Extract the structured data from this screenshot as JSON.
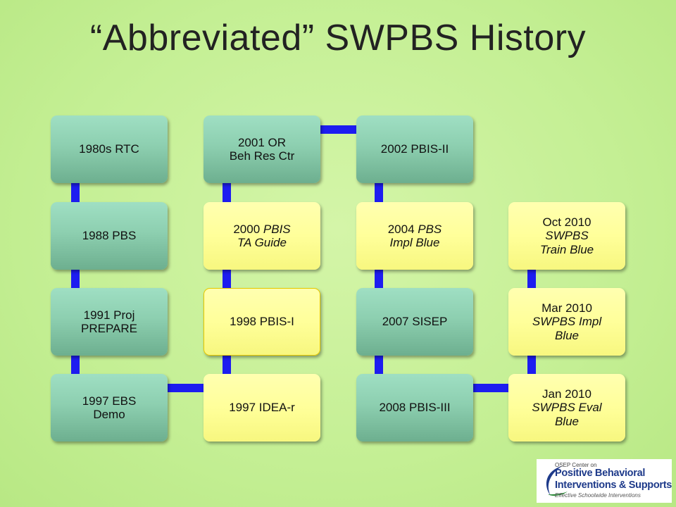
{
  "title": "“Abbreviated” SWPBS History",
  "columns": [
    {
      "boxes": [
        {
          "text": "1980s RTC",
          "italic": "",
          "style": "teal"
        },
        {
          "text": "1988 PBS",
          "italic": "",
          "style": "teal"
        },
        {
          "text": "1991 Proj\nPREPARE",
          "italic": "",
          "style": "teal"
        },
        {
          "text": "1997 EBS\nDemo",
          "italic": "",
          "style": "teal"
        }
      ]
    },
    {
      "boxes": [
        {
          "text": "2001 OR\nBeh Res Ctr",
          "italic": "",
          "style": "teal"
        },
        {
          "text": "2000 ",
          "italic": "PBIS\nTA Guide",
          "style": "yellow"
        },
        {
          "text": "1998 PBIS-I",
          "italic": "",
          "style": "yellow-selected"
        },
        {
          "text": "1997 IDEA-r",
          "italic": "",
          "style": "yellow"
        }
      ]
    },
    {
      "boxes": [
        {
          "text": "2002 PBIS-II",
          "italic": "",
          "style": "teal"
        },
        {
          "text": "2004 ",
          "italic": "PBS\nImpl Blue",
          "style": "yellow"
        },
        {
          "text": "2007 SISEP",
          "italic": "",
          "style": "teal"
        },
        {
          "text": "2008 PBIS-III",
          "italic": "",
          "style": "teal"
        }
      ]
    },
    {
      "boxes": [
        {
          "text": "Oct 2010\n",
          "italic": "SWPBS\nTrain Blue",
          "style": "yellow"
        },
        {
          "text": "Mar 2010\n",
          "italic": "SWPBS Impl\nBlue",
          "style": "yellow"
        },
        {
          "text": "Jan 2010\n",
          "italic": "SWPBS Eval\nBlue",
          "style": "yellow"
        }
      ]
    }
  ],
  "colors": {
    "connector": "#1d1df0",
    "teal": "#8dcfb0",
    "yellow": "#ffff9a",
    "background": "#c4ef94"
  },
  "logo": {
    "line1": "OSEP Center on",
    "line2": "Positive Behavioral",
    "line3": "Interventions & Supports",
    "line4": "Effective Schoolwide Interventions"
  }
}
